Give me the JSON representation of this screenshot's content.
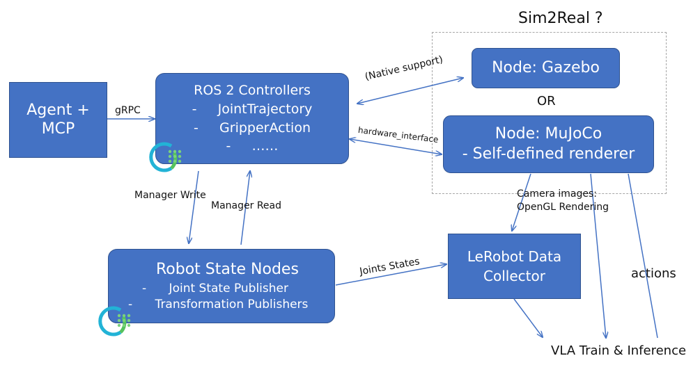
{
  "title": "Sim2Real ?",
  "nodes": {
    "agent": [
      "Agent +",
      "MCP"
    ],
    "ros_controllers": [
      "ROS 2 Controllers",
      "-     JointTrajectory",
      "-     GripperAction",
      "-     ……"
    ],
    "gazebo": [
      "Node: Gazebo"
    ],
    "mujoco": [
      "Node: MuJoCo",
      "- Self-defined renderer"
    ],
    "robot_state": [
      "Robot State Nodes",
      "-      Joint State Publisher",
      "-      Transformation Publishers"
    ],
    "lerobot": [
      "LeRobot Data",
      "Collector"
    ]
  },
  "labels": {
    "grpc": "gRPC",
    "native_support": "(Native support)",
    "hardware_interface": "hardware_interface",
    "or": "OR",
    "manager_write": "Manager Write",
    "manager_read": "Manager Read",
    "camera_images_1": "Camera images:",
    "camera_images_2": "OpenGL Rendering",
    "joints_states": "Joints States",
    "actions": "actions",
    "vla": "VLA Train & Inference"
  },
  "colors": {
    "node_fill": "#4472c4",
    "node_border": "#2f528f",
    "arrow": "#4472c4",
    "dashed_border": "#a6a6a6"
  },
  "icons": [
    "ros2-logo-icon"
  ]
}
